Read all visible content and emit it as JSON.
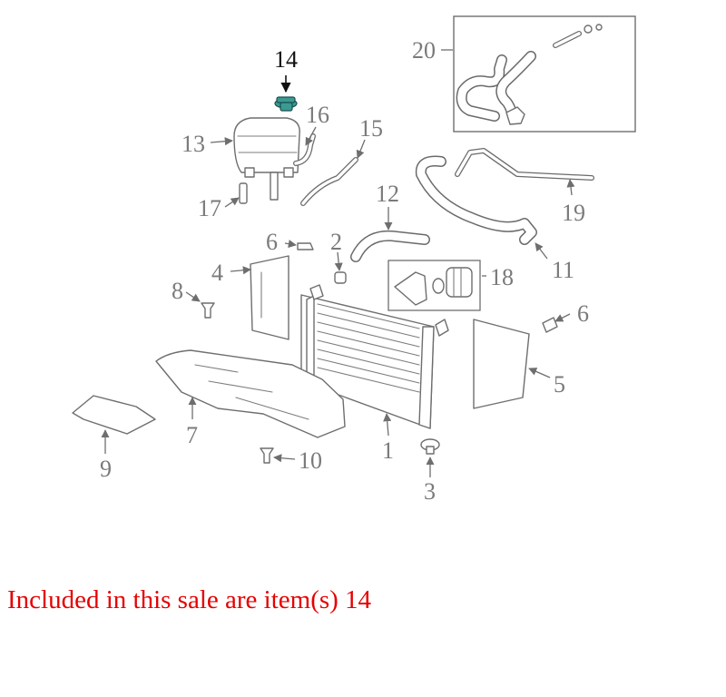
{
  "diagram": {
    "callouts": {
      "c1": "1",
      "c2": "2",
      "c3": "3",
      "c4": "4",
      "c5": "5",
      "c6a": "6",
      "c6b": "6",
      "c7": "7",
      "c8": "8",
      "c9": "9",
      "c10": "10",
      "c11": "11",
      "c12": "12",
      "c13": "13",
      "c14": "14",
      "c15": "15",
      "c16": "16",
      "c17": "17",
      "c18": "18",
      "c19": "19",
      "c20": "20"
    },
    "highlighted_item": "14",
    "highlight_color": "#3a9a94"
  },
  "sale_note": {
    "text": "Included in this sale are item(s) 14",
    "color": "#e60000"
  }
}
